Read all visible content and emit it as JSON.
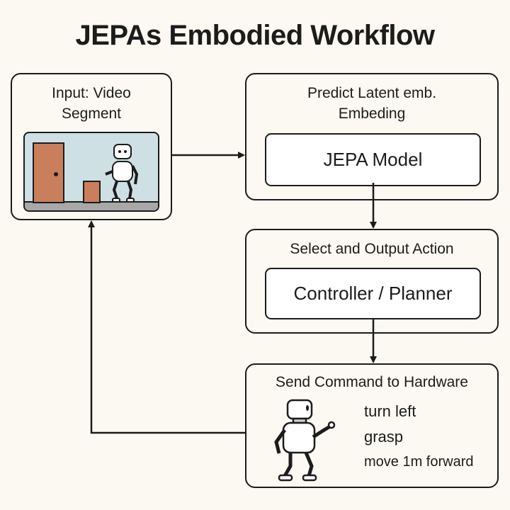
{
  "title": "JEPAs Embodied Workflow",
  "nodes": {
    "input": {
      "label_line1": "Input: Video",
      "label_line2": "Segment",
      "scene": {
        "sky_color": "#cfe0e5",
        "floor_color": "#a8a8a8",
        "door_color": "#c97f5c",
        "box_color": "#c97f5c",
        "objects": [
          "door-icon",
          "box-icon",
          "robot-icon"
        ]
      }
    },
    "predict": {
      "label_line1": "Predict Latent emb.",
      "label_line2": "Embeding",
      "inner_label": "JEPA Model"
    },
    "select": {
      "label": "Select and Output Action",
      "inner_label": "Controller / Planner"
    },
    "send": {
      "label": "Send Command to Hardware",
      "commands": [
        "turn left",
        "grasp",
        "move 1m forward"
      ]
    }
  },
  "edges": [
    {
      "from": "input",
      "to": "predict"
    },
    {
      "from": "predict",
      "to": "select"
    },
    {
      "from": "select",
      "to": "send"
    },
    {
      "from": "send",
      "to": "input",
      "type": "feedback-loop"
    }
  ]
}
